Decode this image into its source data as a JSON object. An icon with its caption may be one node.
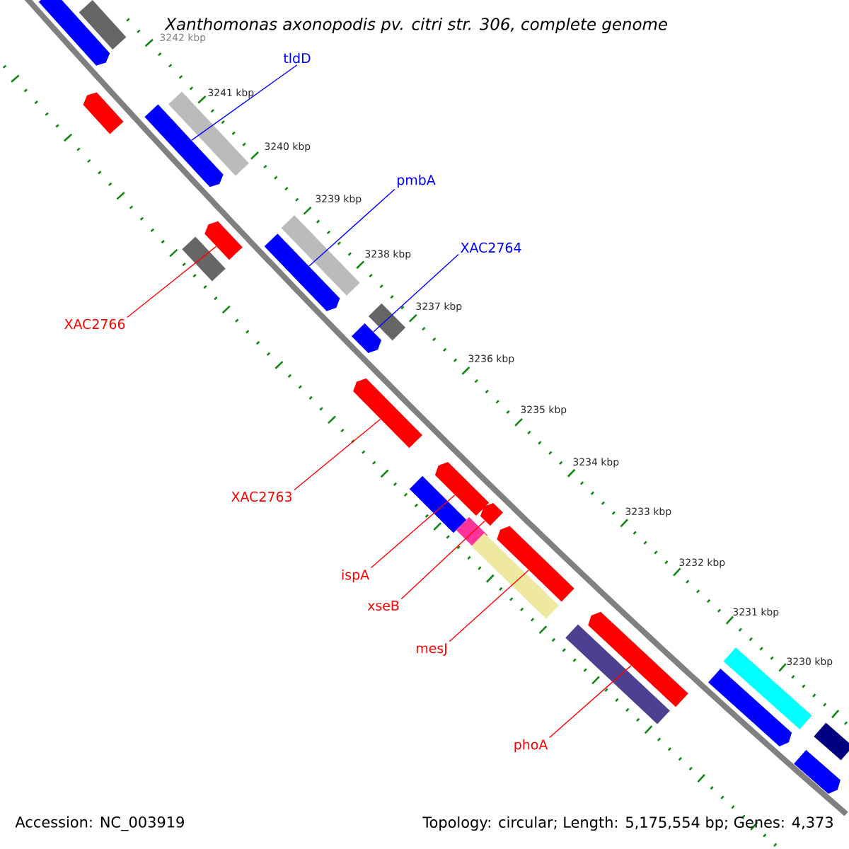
{
  "diagram": {
    "title": "Xanthomonas axonopodis pv. citri str. 306, complete genome",
    "nodes": [
      {
        "text": [
          "tldD"
        ]
      },
      {
        "text": [],
        "shape": "bar"
      },
      {
        "text": [
          "pmbA"
        ]
      },
      {
        "text": [],
        "shape": "bar"
      },
      {
        "text": [
          "XAC2764"
        ]
      },
      {
        "text": [],
        "shape": "bar"
      },
      {
        "text": [
          "XAC2766"
        ]
      },
      {
        "text": [],
        "shape": "bar"
      },
      {
        "text": [
          "XAC2763"
        ]
      },
      {
        "text": [],
        "shape": "bar"
      },
      {
        "text": [
          "ispA"
        ]
      },
      {
        "text": [],
        "shape": "bar"
      },
      {
        "text": [
          "xseB"
        ]
      },
      {
        "text": [],
        "shape": "bar"
      },
      {
        "text": [
          "mesJ"
        ]
      },
      {
        "text": [],
        "shape": "bar"
      },
      {
        "text": [
          "phoA"
        ]
      },
      {
        "text": [],
        "shape": "bar"
      },
      {
        "text": [],
        "shape": "bar"
      },
      {
        "text": [],
        "shape": "bar"
      },
      {
        "text": [],
        "shape": "bar"
      },
      {
        "text": [],
        "shape": "bar"
      },
      {
        "text": [],
        "shape": "bar"
      },
      {
        "text": [],
        "shape": "bar"
      },
      {
        "text": [],
        "shape": "bar"
      },
      {
        "text": [],
        "shape": "bar"
      },
      {
        "text": [],
        "shape": "bar"
      },
      {
        "text": [],
        "shape": "bar"
      },
      {
        "text": [],
        "shape": "bar"
      },
      {
        "text": [],
        "shape": "bar"
      },
      {
        "text": [],
        "shape": "bar"
      },
      {
        "text": [],
        "shape": "bar"
      },
      {
        "text": [],
        "shape": "bar"
      }
    ],
    "edges": [
      {
        "from": 0,
        "to": 1,
        "arrow": "none",
        "color": "#0000ff"
      },
      {
        "from": 2,
        "to": 3,
        "arrow": "none",
        "color": "#0000ff"
      },
      {
        "from": 4,
        "to": 5,
        "arrow": "none",
        "color": "#0000ff"
      },
      {
        "from": 6,
        "to": 7,
        "arrow": "none"
      },
      {
        "from": 8,
        "to": 9,
        "arrow": "none"
      },
      {
        "from": 10,
        "to": 11,
        "arrow": "none"
      },
      {
        "from": 12,
        "to": 13,
        "arrow": "none"
      },
      {
        "from": 14,
        "to": 15,
        "arrow": "none"
      },
      {
        "from": 16,
        "to": 17,
        "arrow": "none"
      }
    ],
    "labels": [
      "3242 kbp",
      "3241 kbp",
      "3240 kbp",
      "3239 kbp",
      "3238 kbp",
      "3237 kbp",
      "3236 kbp",
      "3235 kbp",
      "3234 kbp",
      "3233 kbp",
      "3232 kbp",
      "3231 kbp",
      "3230 kbp",
      "Accession: NC_003919",
      "Topology: circular; Length: 5,175,554 bp; Genes: 4,373"
    ]
  }
}
